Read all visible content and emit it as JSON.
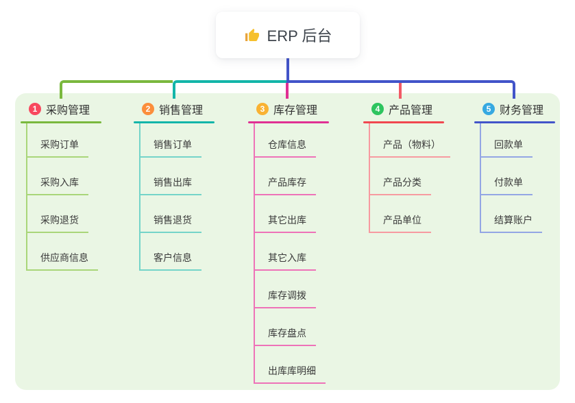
{
  "root": {
    "label": "ERP 后台",
    "icon": "thumbs-up-icon"
  },
  "connector_colors": {
    "stem_blue": "#4254c9",
    "bus_green": "#7ab83e",
    "bus_teal": "#13b5a9",
    "bus_blue": "#4254c9",
    "drop_magenta": "#e03093",
    "drop_red": "#f25a66"
  },
  "panel": {
    "background": "#eaf6e4"
  },
  "branches": [
    {
      "num": "1",
      "label": "采购管理",
      "colors": {
        "badge": "#f8485e",
        "underline": "#7ab83e",
        "child_line": "#a9d679"
      },
      "children": [
        {
          "label": "采购订单"
        },
        {
          "label": "采购入库"
        },
        {
          "label": "采购退货"
        },
        {
          "label": "供应商信息"
        }
      ]
    },
    {
      "num": "2",
      "label": "销售管理",
      "colors": {
        "badge": "#fb8e3c",
        "underline": "#13b5a9",
        "child_line": "#74d4c9"
      },
      "children": [
        {
          "label": "销售订单"
        },
        {
          "label": "销售出库"
        },
        {
          "label": "销售退货"
        },
        {
          "label": "客户信息"
        }
      ]
    },
    {
      "num": "3",
      "label": "库存管理",
      "colors": {
        "badge": "#f9b233",
        "underline": "#e03093",
        "child_line": "#ee72b8"
      },
      "children": [
        {
          "label": "仓库信息"
        },
        {
          "label": "产品库存"
        },
        {
          "label": "其它出库"
        },
        {
          "label": "其它入库"
        },
        {
          "label": "库存调拨"
        },
        {
          "label": "库存盘点"
        },
        {
          "label": "出库库明细"
        }
      ]
    },
    {
      "num": "4",
      "label": "产品管理",
      "colors": {
        "badge": "#2ec45f",
        "underline": "#f0474f",
        "child_line": "#f79aa0"
      },
      "children": [
        {
          "label": "产品（物料）"
        },
        {
          "label": "产品分类"
        },
        {
          "label": "产品单位"
        }
      ]
    },
    {
      "num": "5",
      "label": "财务管理",
      "colors": {
        "badge": "#36a9e1",
        "underline": "#4254c9",
        "child_line": "#93a6e4"
      },
      "children": [
        {
          "label": "回款单"
        },
        {
          "label": "付款单"
        },
        {
          "label": "结算账户"
        }
      ]
    }
  ]
}
